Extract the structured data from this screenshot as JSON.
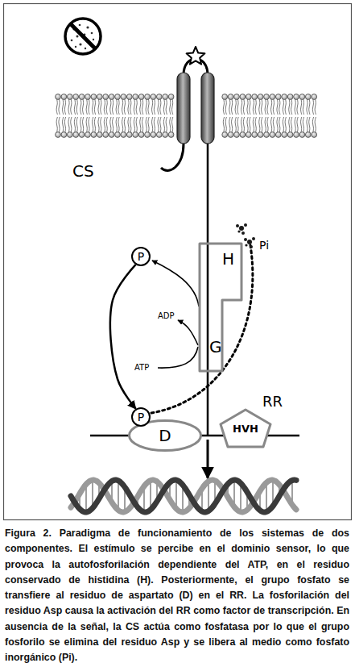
{
  "diagram": {
    "caption": "Figura 2. Paradigma de funcionamiento de los sistemas de dos componentes. El estímulo se percibe en el dominio sensor, lo que provoca la autofosforilación dependiente del ATP, en el residuo conservado de histidina (H). Posteriormente, el grupo fosfato se transfiere al residuo de aspartato (D) en el RR. La fosforilación del residuo Asp causa la activación del RR como factor de transcripción. En ausencia de la señal, la CS actúa como fosfatasa por lo que el grupo fosforilo se elimina del residuo Asp y se libera al medio como fosfato inorgánico (Pi).",
    "nodes": [
      {
        "text": [
          "P"
        ]
      },
      {
        "text": [
          "H",
          "G"
        ]
      },
      {
        "text": [
          "P"
        ]
      },
      {
        "text": [
          "D"
        ]
      },
      {
        "text": [
          "HVH"
        ]
      }
    ],
    "edges": [
      {
        "from": 0,
        "to": 2,
        "arrow": "to"
      }
    ],
    "labels": [
      "CS",
      "ADP",
      "ATP",
      "Pi",
      "RR"
    ]
  }
}
